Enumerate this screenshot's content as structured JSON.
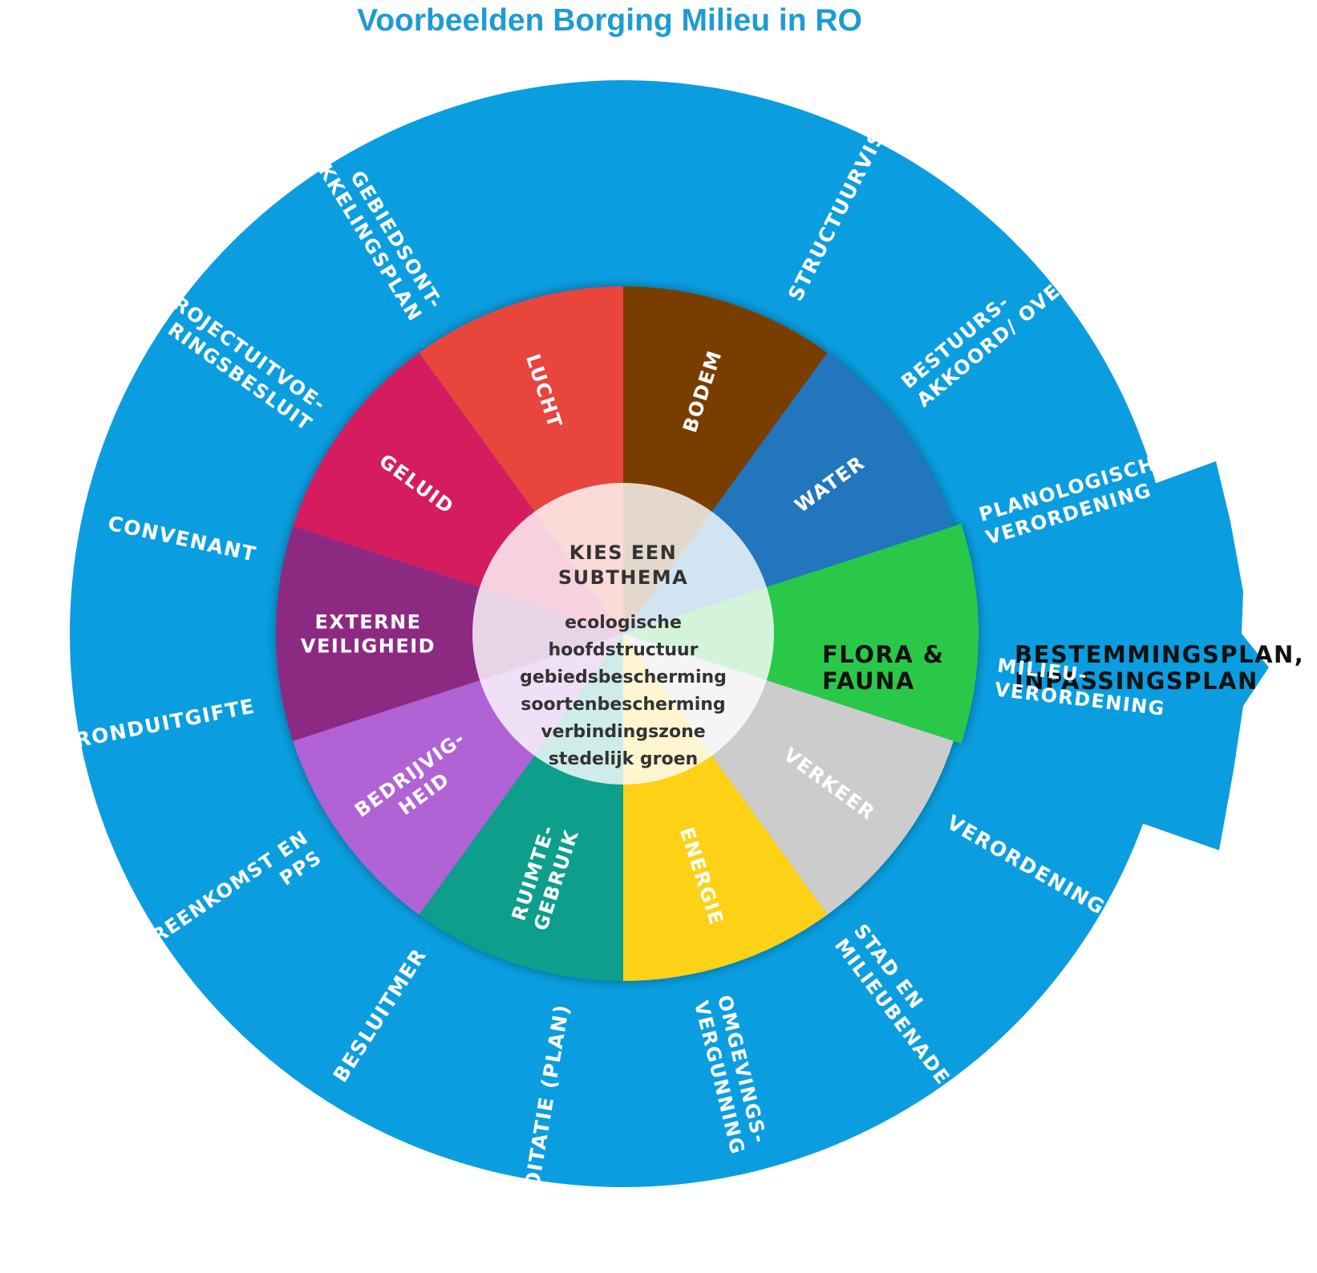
{
  "title": "Voorbeelden Borging Milieu in RO",
  "colors": {
    "outer": "#0a9ee0",
    "title": "#1e9bd4",
    "outer_text": "#ffffff",
    "selected_text": "#111111",
    "center_text": "#333333"
  },
  "instruments": [
    {
      "key": "structuurvisie",
      "lines": [
        "STRUCTUURVISIE"
      ]
    },
    {
      "key": "bestuursakkoord",
      "lines": [
        "BESTUURS-",
        "AKKOORD/ OVERLEG"
      ]
    },
    {
      "key": "bestemmingsplan",
      "lines": [
        "BESTEMMINGSPLAN,",
        "INPASSINGSPLAN"
      ],
      "selected": true
    },
    {
      "key": "planologische",
      "lines": [
        "PLANOLOGISCHE",
        "VERORDENING"
      ]
    },
    {
      "key": "milieuverordening",
      "lines": [
        "MILIEU-",
        "VERORDENING"
      ]
    },
    {
      "key": "verordening",
      "lines": [
        "VERORDENING"
      ]
    },
    {
      "key": "stad-en-milieu",
      "lines": [
        "STAD EN",
        "MILIEUBENADERING"
      ]
    },
    {
      "key": "omgevingsvergunning",
      "lines": [
        "OMGEVINGS-",
        "VERGUNNING"
      ]
    },
    {
      "key": "exploitatieplan",
      "lines": [
        "EXPLOITATIE (PLAN)"
      ]
    },
    {
      "key": "besluitmer",
      "lines": [
        "BESLUITMER"
      ]
    },
    {
      "key": "overeenkomst-pps",
      "lines": [
        "OVEREENKOMST EN",
        "PPS"
      ]
    },
    {
      "key": "gronduitgifte",
      "lines": [
        "GRONDUITGIFTE"
      ]
    },
    {
      "key": "convenant",
      "lines": [
        "CONVENANT"
      ]
    },
    {
      "key": "projectuitvoeringsbesluit",
      "lines": [
        "PROJECTUITVOE-",
        "RINGSBESLUIT"
      ]
    },
    {
      "key": "gebiedsontwikkelingsplan",
      "lines": [
        "GEBIEDSONT-",
        "WIKKELINGSPLAN"
      ]
    }
  ],
  "themes": [
    {
      "key": "bodem",
      "lines": [
        "BODEM"
      ],
      "color": "#7a3c00"
    },
    {
      "key": "water",
      "lines": [
        "WATER"
      ],
      "color": "#2176bd"
    },
    {
      "key": "flora-fauna",
      "lines": [
        "FLORA &",
        "FAUNA"
      ],
      "color": "#2cc84a",
      "selected": true
    },
    {
      "key": "verkeer",
      "lines": [
        "VERKEER"
      ],
      "color": "#cccccc"
    },
    {
      "key": "energie",
      "lines": [
        "ENERGIE"
      ],
      "color": "#fdd116"
    },
    {
      "key": "ruimtegebruik",
      "lines": [
        "RUIMTE-",
        "GEBRUIK"
      ],
      "color": "#0f9e8c"
    },
    {
      "key": "bedrijvigheid",
      "lines": [
        "BEDRIJVIG-",
        "HEID"
      ],
      "color": "#b162d4"
    },
    {
      "key": "externe-veiligheid",
      "lines": [
        "EXTERNE",
        "VEILIGHEID"
      ],
      "color": "#8c2b82"
    },
    {
      "key": "geluid",
      "lines": [
        "GELUID"
      ],
      "color": "#d41f5e"
    },
    {
      "key": "lucht",
      "lines": [
        "LUCHT"
      ],
      "color": "#e8453c"
    }
  ],
  "center": {
    "heading": [
      "KIES EEN",
      "SUBTHEMA"
    ],
    "subthemes": [
      "ecologische",
      "hoofdstructuur",
      "gebiedsbescherming",
      "soortenbescherming",
      "verbindingszone",
      "stedelijk groen"
    ]
  }
}
